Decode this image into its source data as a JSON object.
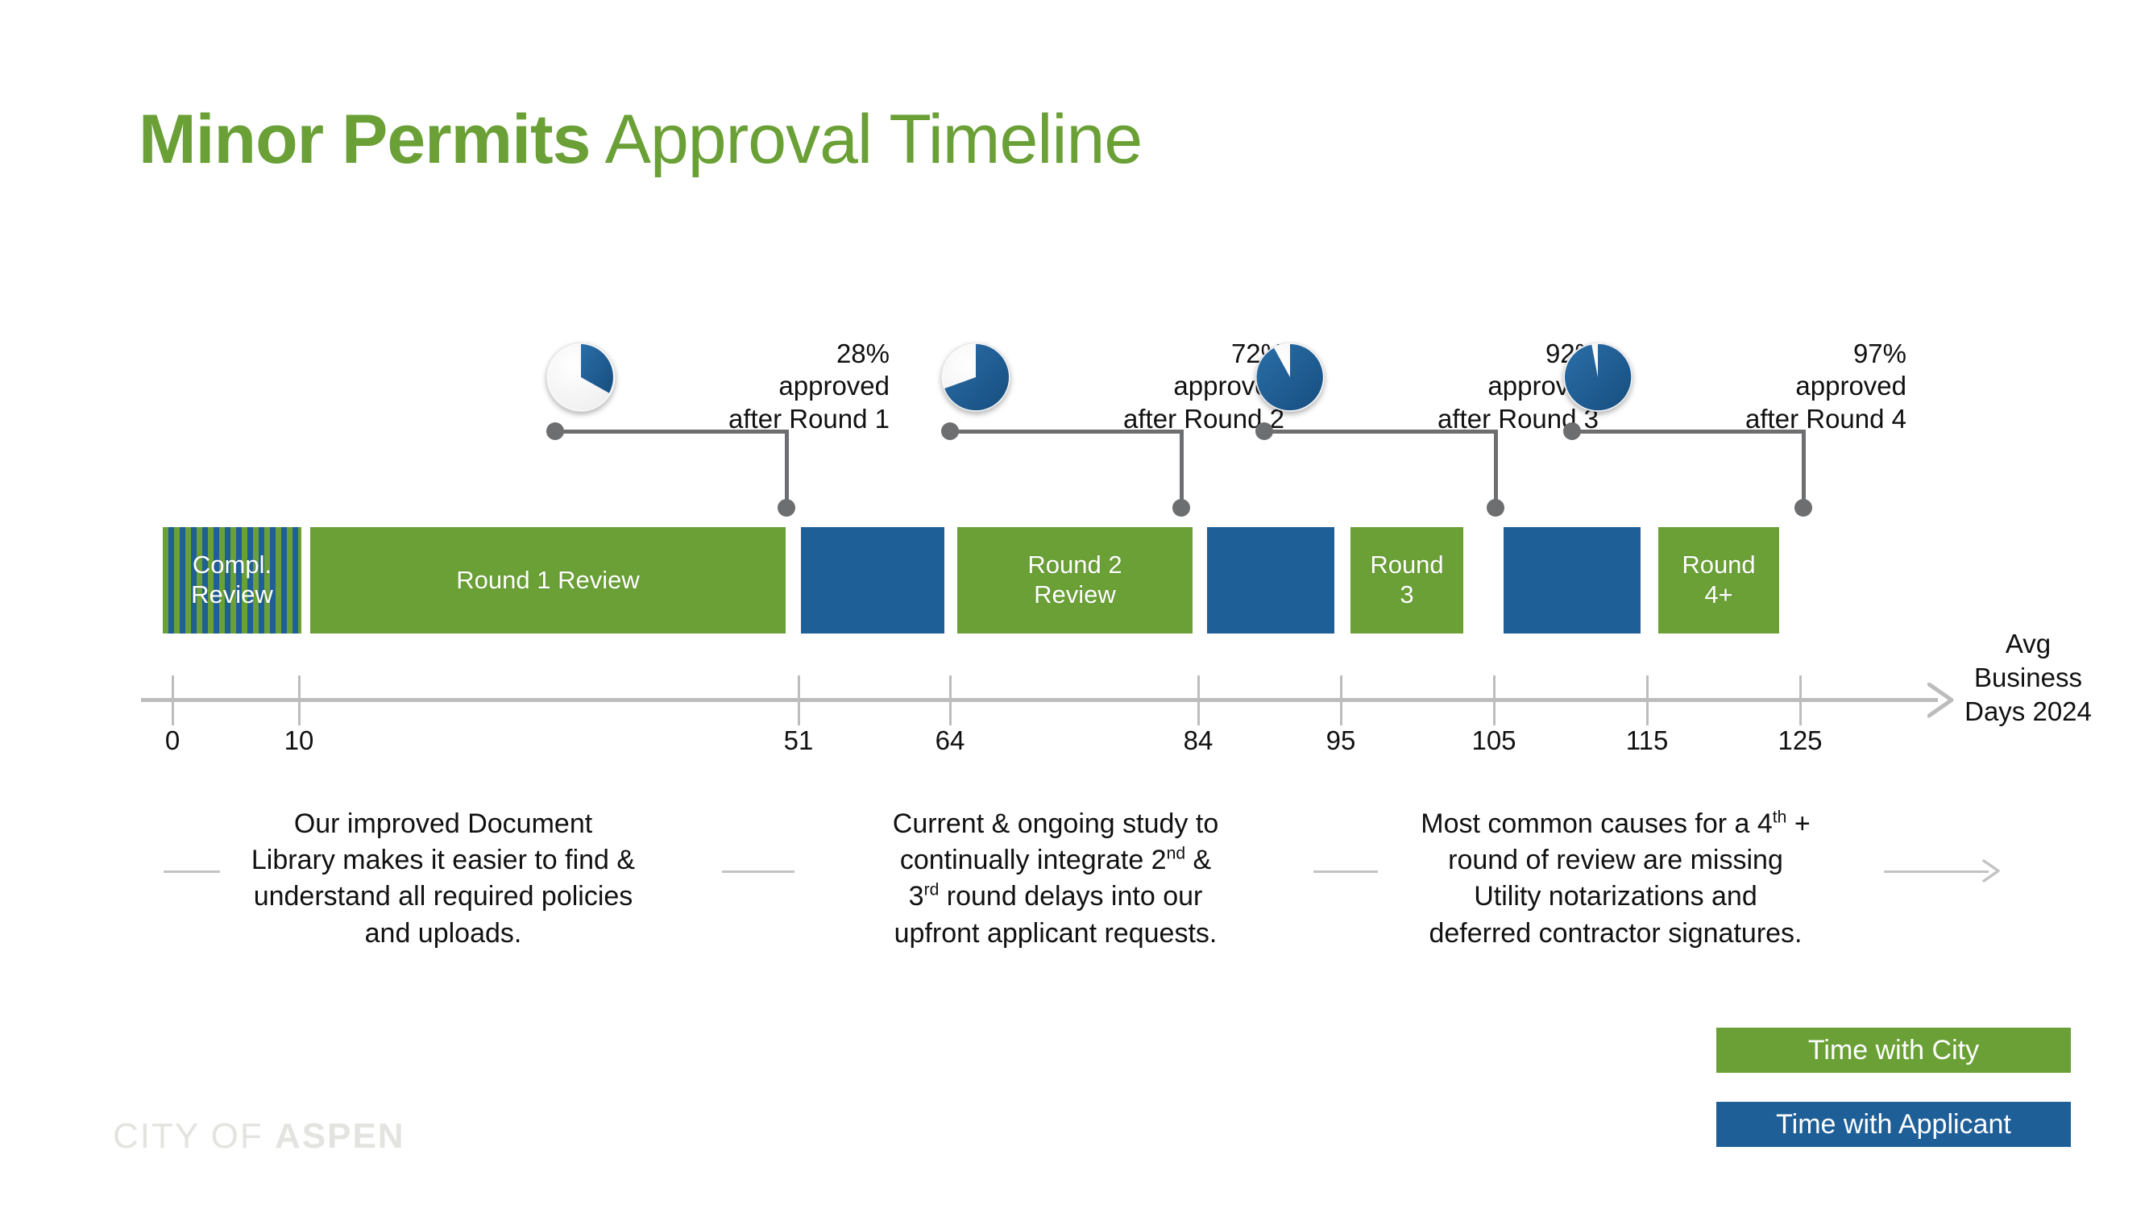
{
  "title": {
    "strong": "Minor Permits",
    "light": " Approval Timeline"
  },
  "colors": {
    "green": "#6aa036",
    "blue": "#1f5f98",
    "axis_gray": "#bcbcbc",
    "leader_gray": "#6d6e70",
    "logo_gray": "#e3e3e0"
  },
  "chart_data": {
    "type": "bar",
    "title": "Minor Permits Approval Timeline",
    "xlabel": "Avg Business Days 2024",
    "ylabel": "",
    "xlim": [
      0,
      125
    ],
    "grid": false,
    "legend_position": "bottom-right",
    "x_ticks": [
      0,
      10,
      51,
      64,
      84,
      95,
      105,
      115,
      125
    ],
    "x_tick_labels": [
      "0",
      "10",
      "51",
      "64",
      "84",
      "95",
      "105",
      "115",
      "125"
    ],
    "segments": [
      {
        "label": "Compl. Review",
        "start": 0,
        "end": 10,
        "duration": 10,
        "owner": "both",
        "style": "striped"
      },
      {
        "label": "Round 1 Review",
        "start": 10,
        "end": 51,
        "duration": 41,
        "owner": "city",
        "style": "solid-green"
      },
      {
        "label": "",
        "start": 51,
        "end": 64,
        "duration": 13,
        "owner": "applicant",
        "style": "solid-blue"
      },
      {
        "label": "Round 2 Review",
        "start": 64,
        "end": 84,
        "duration": 20,
        "owner": "city",
        "style": "solid-green"
      },
      {
        "label": "",
        "start": 84,
        "end": 95,
        "duration": 11,
        "owner": "applicant",
        "style": "solid-blue"
      },
      {
        "label": "Round 3",
        "start": 95,
        "end": 105,
        "duration": 10,
        "owner": "city",
        "style": "solid-green"
      },
      {
        "label": "",
        "start": 105,
        "end": 115,
        "duration": 10,
        "owner": "applicant",
        "style": "solid-blue"
      },
      {
        "label": "Round 4+",
        "start": 115,
        "end": 125,
        "duration": 10,
        "owner": "city",
        "style": "solid-green"
      }
    ],
    "pies": [
      {
        "percent": 28,
        "percent_label": "28%",
        "line2": "approved",
        "line3": "after Round 1",
        "anchor_day": 51
      },
      {
        "percent": 72,
        "percent_label": "72%",
        "line2": "approved",
        "line3": "after Round 2",
        "anchor_day": 84
      },
      {
        "percent": 92,
        "percent_label": "92%",
        "line2": "approved",
        "line3": "after Round 3",
        "anchor_day": 105
      },
      {
        "percent": 97,
        "percent_label": "97%",
        "line2": "approved",
        "line3": "after Round 4",
        "anchor_day": 125
      }
    ]
  },
  "bars": {
    "compl_review_line1": "Compl.",
    "compl_review_line2": "Review",
    "round1": "Round 1 Review",
    "round2_line1": "Round 2",
    "round2_line2": "Review",
    "round3_line1": "Round",
    "round3_line2": "3",
    "round4_line1": "Round",
    "round4_line2": "4+"
  },
  "callouts": [
    {
      "pct": "28%",
      "l2": "approved",
      "l3": "after Round 1"
    },
    {
      "pct": "72%",
      "l2": "approved",
      "l3": "after Round 2"
    },
    {
      "pct": "92%",
      "l2": "approved",
      "l3": "after Round 3"
    },
    {
      "pct": "97%",
      "l2": "approved",
      "l3": "after Round 4"
    }
  ],
  "axis": {
    "ticks": [
      "0",
      "10",
      "51",
      "64",
      "84",
      "95",
      "105",
      "115",
      "125"
    ],
    "title_line1": "Avg",
    "title_line2": "Business",
    "title_line3": "Days 2024"
  },
  "captions": [
    {
      "l1": "Our improved Document",
      "l2": "Library makes it easier to find &",
      "l3": "understand all required policies",
      "l4": "and uploads."
    },
    {
      "l1": "Current & ongoing study to",
      "l2a": "continually integrate 2",
      "l2sup": "nd",
      "l2b": " &",
      "l3sup": "rd",
      "l3a": "3",
      "l3b": " round delays into our",
      "l4": "upfront applicant requests."
    },
    {
      "l1a": "Most common causes for a 4",
      "l1sup": "th",
      "l1b": " +",
      "l2": "round of review are missing",
      "l3": "Utility notarizations and",
      "l4": "deferred contractor signatures."
    }
  ],
  "legend": {
    "city": "Time with City",
    "applicant": "Time with Applicant"
  },
  "logo": {
    "light": "CITY OF ",
    "bold": "ASPEN"
  }
}
